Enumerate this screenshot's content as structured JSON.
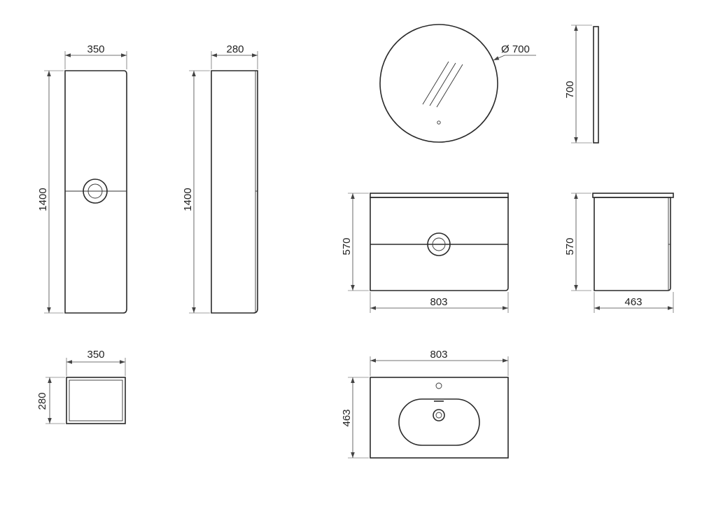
{
  "views": {
    "tall_front": {
      "width_label": "350",
      "height_label": "1400"
    },
    "tall_side": {
      "depth_label": "280",
      "height_label": "1400"
    },
    "tall_top": {
      "width_label": "350",
      "depth_label": "280"
    },
    "mirror_front": {
      "diameter_label": "Ø 700"
    },
    "mirror_side": {
      "height_label": "700"
    },
    "vanity_front": {
      "width_label": "803",
      "height_label": "570"
    },
    "vanity_side": {
      "depth_label": "463",
      "height_label": "570"
    },
    "basin_top": {
      "width_label": "803",
      "depth_label": "463"
    }
  }
}
